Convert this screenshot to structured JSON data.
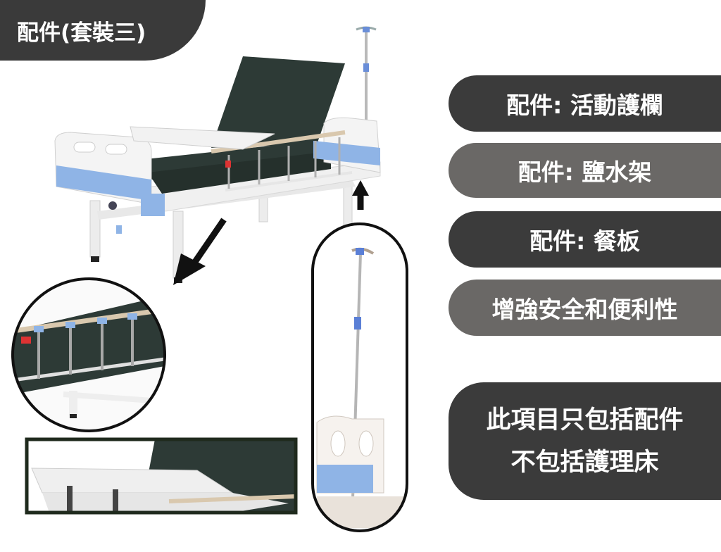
{
  "title": "配件(套裝三)",
  "labels": {
    "rail": "配件: 活動護欄",
    "iv_stand": "配件: 鹽水架",
    "tray": "配件: 餐板",
    "benefit": "增強安全和便利性"
  },
  "notice": {
    "line1": "此項目只包括配件",
    "line2": "不包括護理床"
  },
  "colors": {
    "dark_pill": "#3b3b3b",
    "mid_pill": "#6a6866",
    "bed_blue": "#8fb4e6",
    "mattress": "#2d3a36"
  },
  "icons": [
    "hospital-bed-image",
    "rail-detail-image",
    "iv-stand-detail-image",
    "tray-detail-image",
    "arrow-icon"
  ]
}
